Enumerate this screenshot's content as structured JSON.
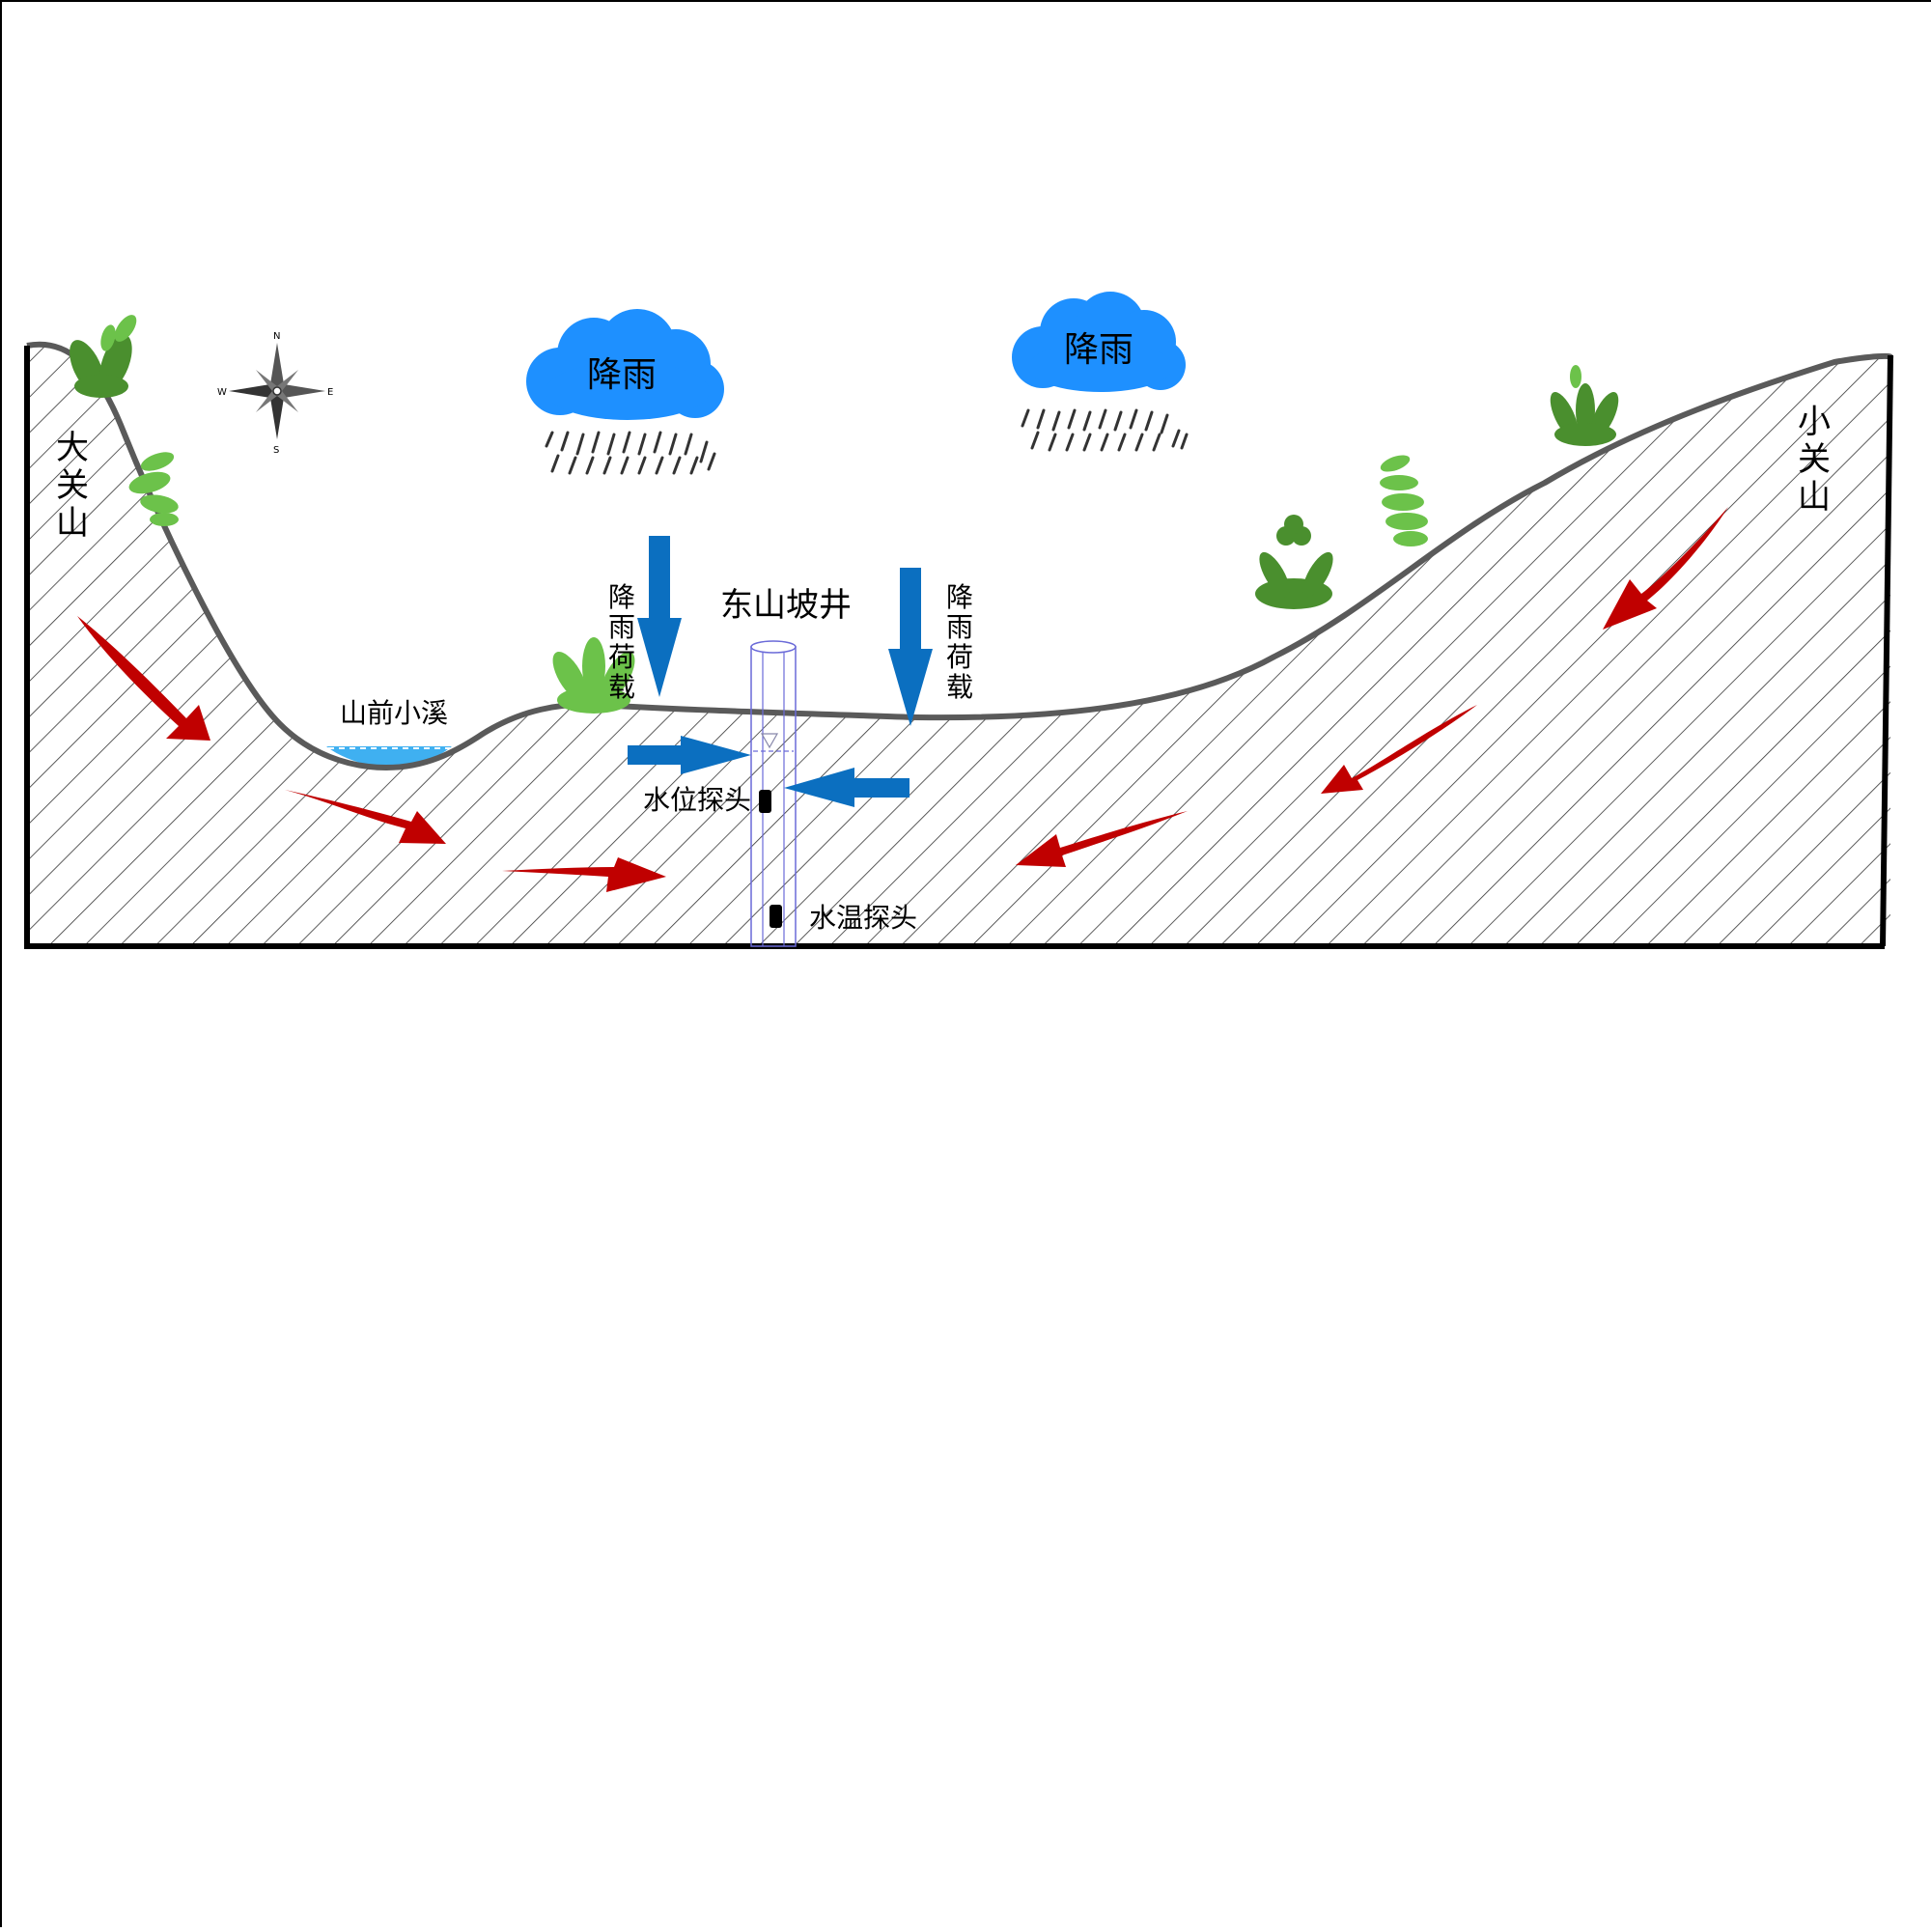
{
  "labels": {
    "left_mountain": "大关山",
    "right_mountain": "小关山",
    "stream": "山前小溪",
    "well": "东山坡井",
    "rain_1": "降雨",
    "rain_2": "降雨",
    "rain_load_1": "降雨荷载",
    "rain_load_2": "降雨荷载",
    "water_level_probe": "水位探头",
    "water_temp_probe": "水温探头"
  },
  "compass": {
    "n": "N",
    "s": "S",
    "e": "E",
    "w": "W"
  },
  "colors": {
    "ground_line": "#5a5a5a",
    "hatch": "#333333",
    "cloud": "#1e90ff",
    "rain_arrow": "#0b6fc0",
    "flow_arrow": "#c00000",
    "stream_water": "#2aa7f0",
    "well_outline": "#6a6ad8",
    "vegetation_light": "#6cc24a",
    "vegetation_dark": "#4a8f2e"
  },
  "icons": [
    "compass-rose-icon",
    "cloud-rain-icon",
    "plant-icon"
  ]
}
